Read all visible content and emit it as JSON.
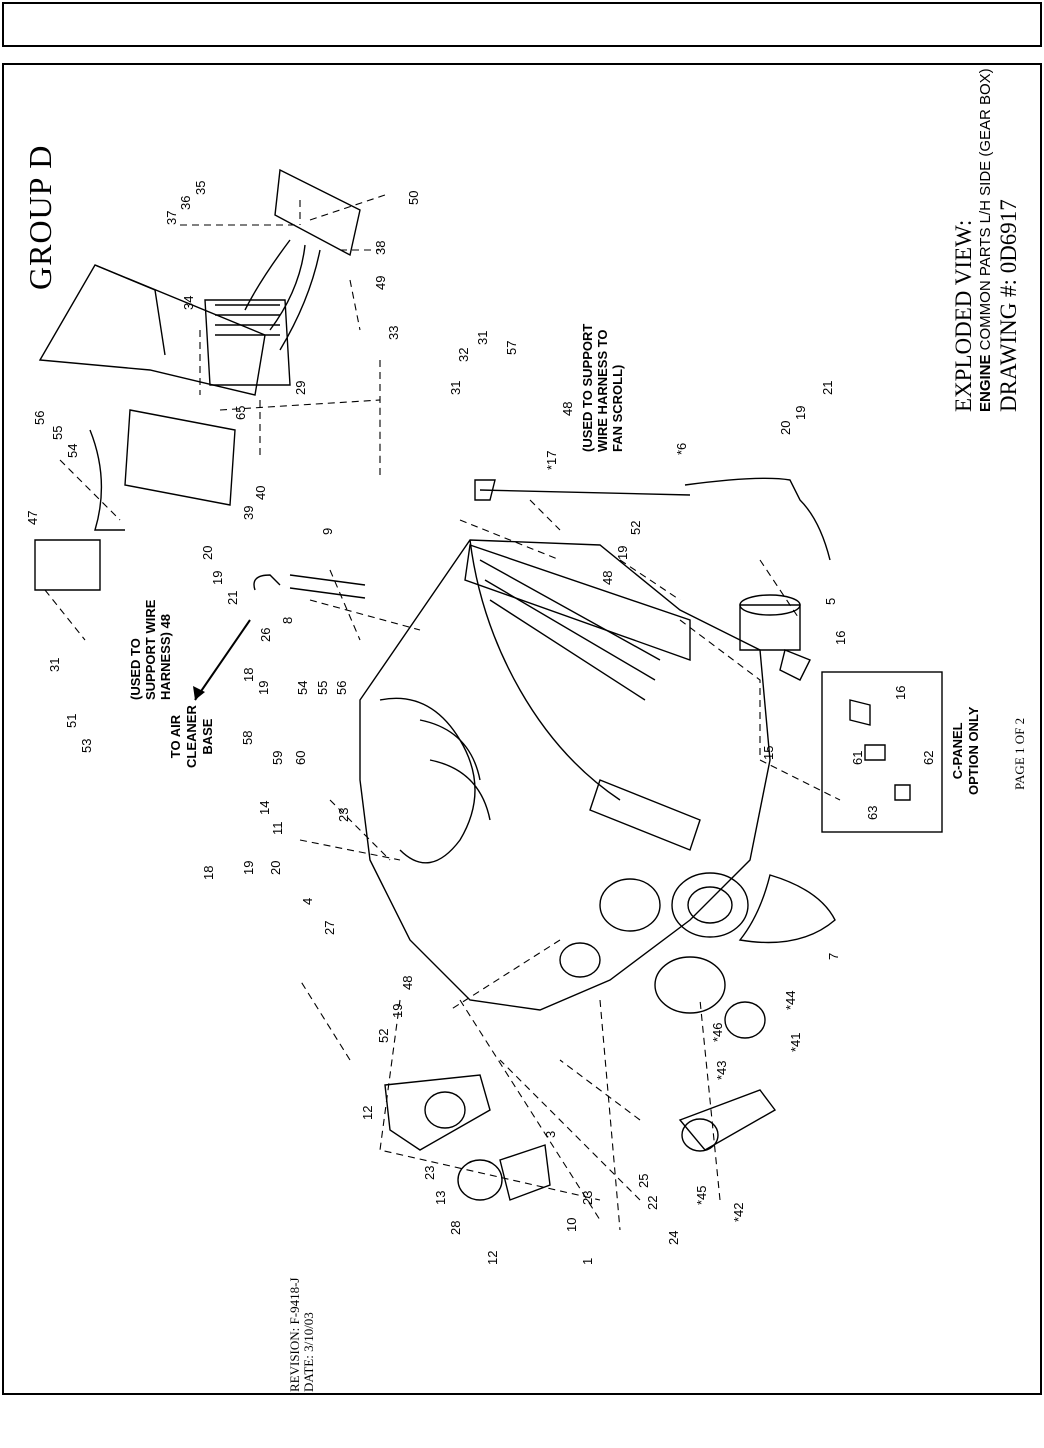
{
  "group_title": "GROUP D",
  "title": {
    "line1": "EXPLODED VIEW:",
    "line2_bold": "ENGINE",
    "line2_rest": " COMMON PARTS L/H SIDE (GEAR BOX)",
    "line3": "DRAWING #: 0D6917"
  },
  "revision": {
    "revision_label": "REVISION: F-9418-J",
    "date_label": "DATE:  3/10/03"
  },
  "page_label": "PAGE 1 OF 2",
  "notes": {
    "support_wire_harness": [
      "(USED TO",
      "SUPPORT WIRE",
      "HARNESS) 48"
    ],
    "fan_scroll": [
      "(USED TO SUPPORT",
      "WIRE HARNESS TO",
      "FAN SCROLL)"
    ],
    "air_cleaner": [
      "TO AIR",
      "CLEANER",
      "BASE"
    ],
    "c_panel": [
      "C-PANEL",
      "OPTION ONLY"
    ]
  },
  "part_callouts": [
    "1",
    "3",
    "4",
    "5",
    "*6",
    "7",
    "8",
    "9",
    "10",
    "11",
    "12",
    "12",
    "13",
    "14",
    "15",
    "16",
    "16",
    "*17",
    "18",
    "18",
    "19",
    "19",
    "19",
    "19",
    "19",
    "19",
    "20",
    "20",
    "20",
    "21",
    "21",
    "22",
    "23",
    "23",
    "23",
    "23",
    "24",
    "25",
    "26",
    "27",
    "28",
    "29",
    "31",
    "31",
    "31",
    "32",
    "33",
    "34",
    "35",
    "36",
    "37",
    "38",
    "39",
    "40",
    "*41",
    "*42",
    "*43",
    "*44",
    "*45",
    "*46",
    "47",
    "48",
    "48",
    "48",
    "48",
    "49",
    "50",
    "51",
    "52",
    "52",
    "53",
    "54",
    "54",
    "55",
    "55",
    "56",
    "56",
    "57",
    "58",
    "59",
    "60",
    "61",
    "62",
    "63",
    "65"
  ]
}
